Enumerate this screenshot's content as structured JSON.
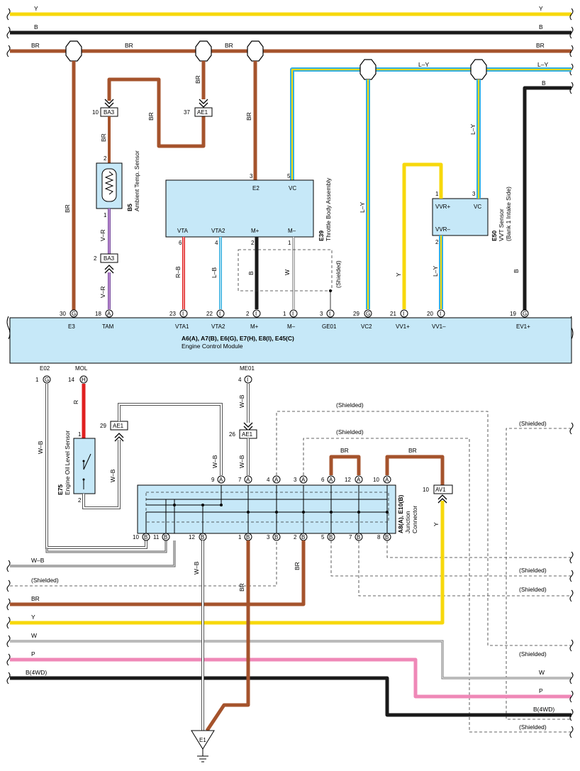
{
  "wires_top": {
    "y": "Y",
    "b": "B",
    "br": "BR",
    "ly": "L–Y",
    "b_right": "B"
  },
  "ecm": {
    "title": "A6(A), A7(B), E6(G), E7(H), E8(I), E45(C)",
    "subtitle": "Engine Control Module",
    "pins_top": [
      {
        "n": "30",
        "c": "G",
        "name": "E3"
      },
      {
        "n": "18",
        "c": "A",
        "name": "TAM"
      },
      {
        "n": "23",
        "c": "I",
        "name": "VTA1"
      },
      {
        "n": "22",
        "c": "I",
        "name": "VTA2"
      },
      {
        "n": "2",
        "c": "I",
        "name": "M+"
      },
      {
        "n": "1",
        "c": "I",
        "name": "M–"
      },
      {
        "n": "3",
        "c": "I",
        "name": "GE01"
      },
      {
        "n": "29",
        "c": "G",
        "name": "VC2"
      },
      {
        "n": "21",
        "c": "I",
        "name": "VV1+"
      },
      {
        "n": "20",
        "c": "I",
        "name": "VV1–"
      },
      {
        "n": "19",
        "c": "G",
        "name": "EV1+"
      }
    ],
    "pins_bottom": [
      {
        "n": "1",
        "c": "G",
        "name": "E02"
      },
      {
        "n": "14",
        "c": "H",
        "name": "MOL"
      },
      {
        "n": "4",
        "c": "I",
        "name": "ME01"
      }
    ]
  },
  "throttle": {
    "code": "E39",
    "name": "Throttle Body Assembly",
    "top_pins": [
      {
        "n": "3",
        "name": "E2"
      },
      {
        "n": "5",
        "name": "VC"
      }
    ],
    "bottom_pins": [
      {
        "n": "6",
        "name": "VTA"
      },
      {
        "n": "4",
        "name": "VTA2"
      },
      {
        "n": "2",
        "name": "M+"
      },
      {
        "n": "1",
        "name": "M–"
      }
    ]
  },
  "ambient": {
    "code": "B5",
    "name": "Ambient Temp. Sensor",
    "pin_top": "2",
    "pin_bottom": "1"
  },
  "vvt": {
    "code": "E50",
    "name": "VVT Sensor",
    "sub": "(Bank 1 Intake Side)",
    "pins": [
      {
        "n": "1",
        "name": "VVR+"
      },
      {
        "n": "3",
        "name": "VC"
      },
      {
        "n": "2",
        "name": "VVR–"
      }
    ]
  },
  "oil": {
    "code": "E75",
    "name": "Engine Oil Level Sensor",
    "pin_top": "1",
    "pin_bottom": "2"
  },
  "junction": {
    "code": "A8(A), E10(B)",
    "name": "Junction",
    "name2": "Connector",
    "top_pins": [
      {
        "n": "9",
        "c": "A"
      },
      {
        "n": "7",
        "c": "A"
      },
      {
        "n": "4",
        "c": "A"
      },
      {
        "n": "3",
        "c": "A"
      },
      {
        "n": "6",
        "c": "A"
      },
      {
        "n": "12",
        "c": "A"
      },
      {
        "n": "10",
        "c": "A"
      }
    ],
    "bottom_pins": [
      {
        "n": "10",
        "c": "B"
      },
      {
        "n": "11",
        "c": "B"
      },
      {
        "n": "12",
        "c": "B"
      },
      {
        "n": "1",
        "c": "B"
      },
      {
        "n": "3",
        "c": "B"
      },
      {
        "n": "2",
        "c": "B"
      },
      {
        "n": "5",
        "c": "B"
      },
      {
        "n": "7",
        "c": "B"
      },
      {
        "n": "8",
        "c": "B"
      }
    ]
  },
  "connectors": {
    "ba3_top": {
      "pin": "10",
      "name": "BA3"
    },
    "ae1_top": {
      "pin": "37",
      "name": "AE1"
    },
    "ba3_bottom": {
      "pin": "2",
      "name": "BA3"
    },
    "ae1_left": {
      "pin": "29",
      "name": "AE1"
    },
    "ae1_mid": {
      "pin": "26",
      "name": "AE1"
    },
    "av1": {
      "pin": "10",
      "name": "AV1"
    }
  },
  "wire_labels": {
    "br": "BR",
    "ly": "L–Y",
    "y": "Y",
    "b": "B",
    "w": "W",
    "vr": "V–R",
    "rb": "R–B",
    "lb": "L–B",
    "r": "R",
    "wb": "W–B",
    "shielded": "(Shielded)",
    "p": "P",
    "b4wd": "B(4WD)"
  },
  "ground": {
    "name": "E1"
  }
}
